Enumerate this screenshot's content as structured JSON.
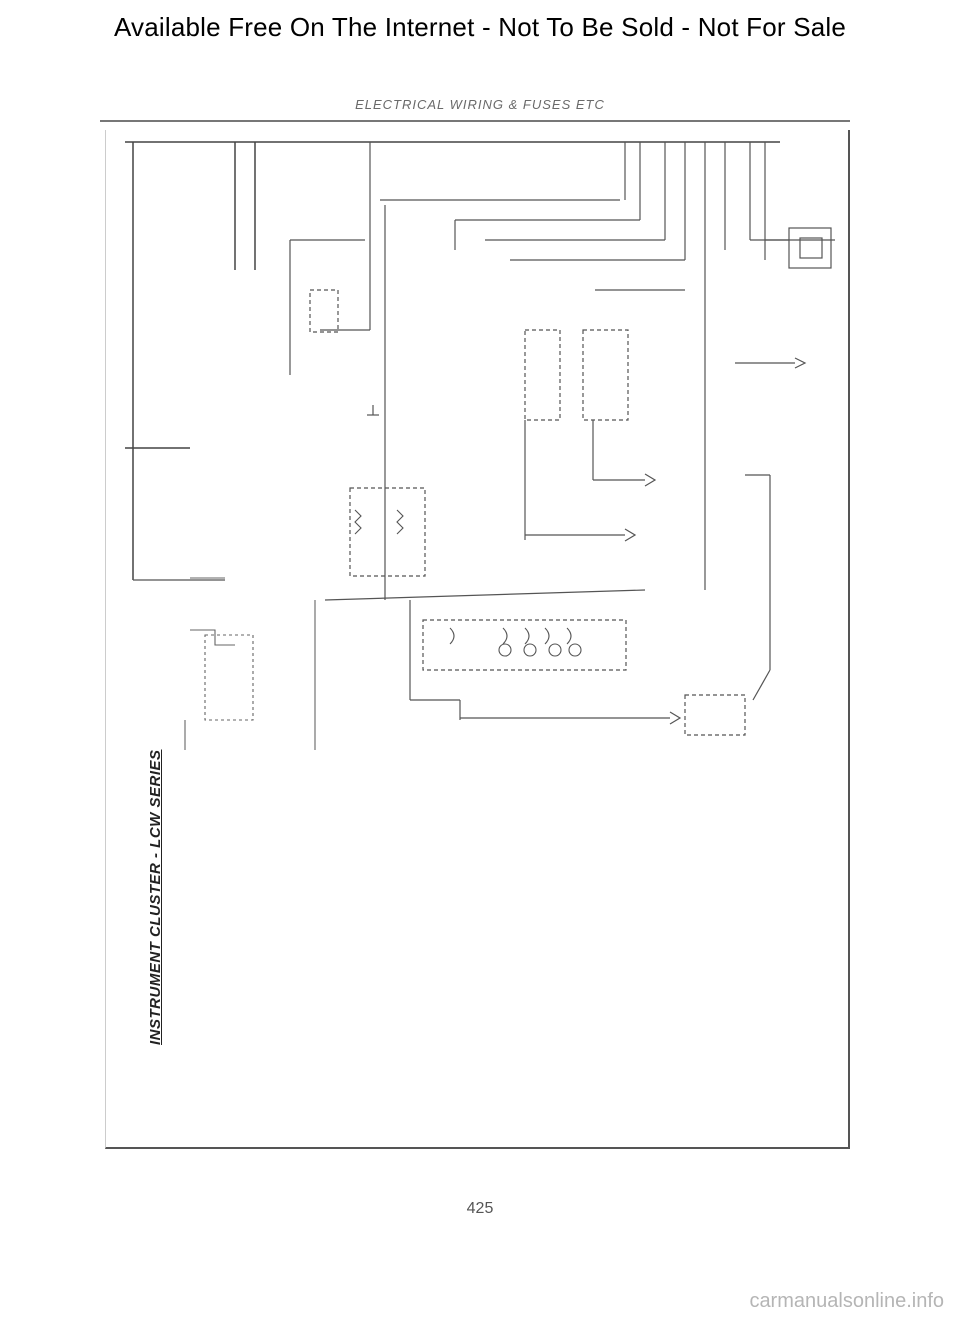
{
  "banner": {
    "text": "Available Free On The Internet - Not To Be Sold - Not For Sale"
  },
  "document": {
    "section_title": "ELECTRICAL WIRING & FUSES ETC",
    "diagram_title": "INSTRUMENT CLUSTER - LCW SERIES",
    "page_number": "425"
  },
  "footer": {
    "watermark": "carmanualsonline.info"
  },
  "colors": {
    "ink": "#000000",
    "wire": "#444444",
    "light_wire": "#8a8a8a",
    "footer_gray": "#b5b5b5"
  }
}
